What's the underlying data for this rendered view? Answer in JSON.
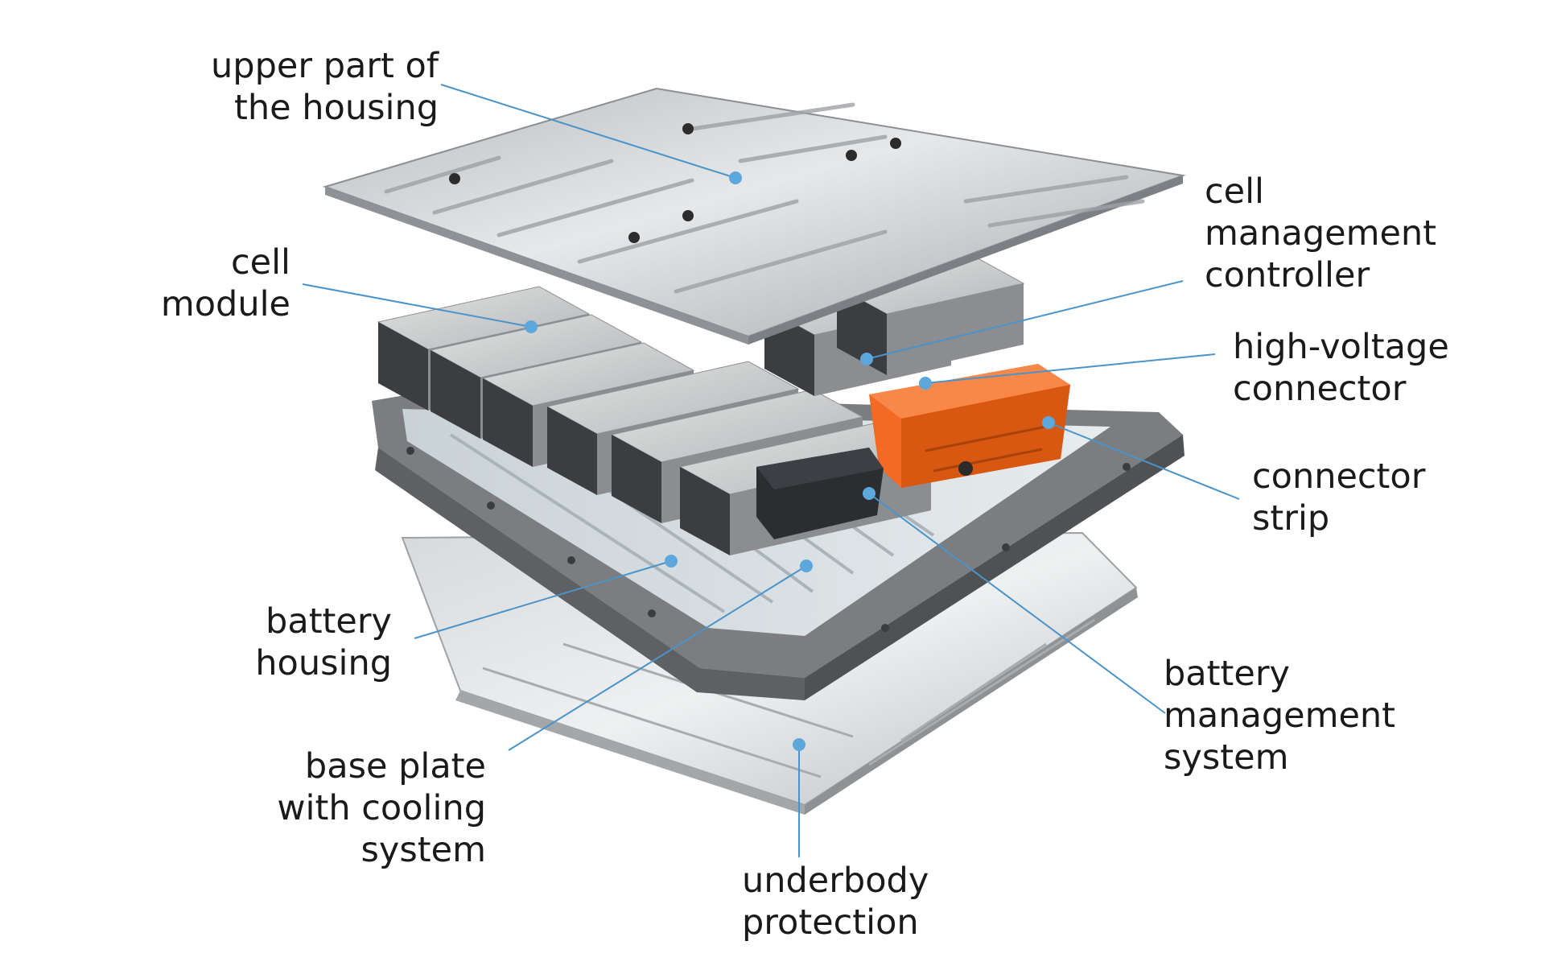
{
  "diagram": {
    "labels": {
      "upper_housing": [
        "upper part of",
        "the housing"
      ],
      "cell_module": [
        "cell",
        "module"
      ],
      "cell_mgmt_controller": [
        "cell",
        "management",
        "controller"
      ],
      "hv_connector": [
        "high-voltage",
        "connector"
      ],
      "connector_strip": [
        "connector",
        "strip"
      ],
      "battery_housing": [
        "battery",
        "housing"
      ],
      "battery_mgmt_system": [
        "battery",
        "management",
        "system"
      ],
      "base_plate": [
        "base plate",
        "with cooling",
        "system"
      ],
      "underbody": [
        "underbody",
        "protection"
      ]
    },
    "colors": {
      "leader_line": "#4a94c9",
      "marker_dot": "#5ca7dc",
      "aluminium": "#c7c9cb",
      "housing_frame": "#7b7d80",
      "hv_orange": "#f26a23",
      "module_connector": "#2b2d30"
    }
  }
}
